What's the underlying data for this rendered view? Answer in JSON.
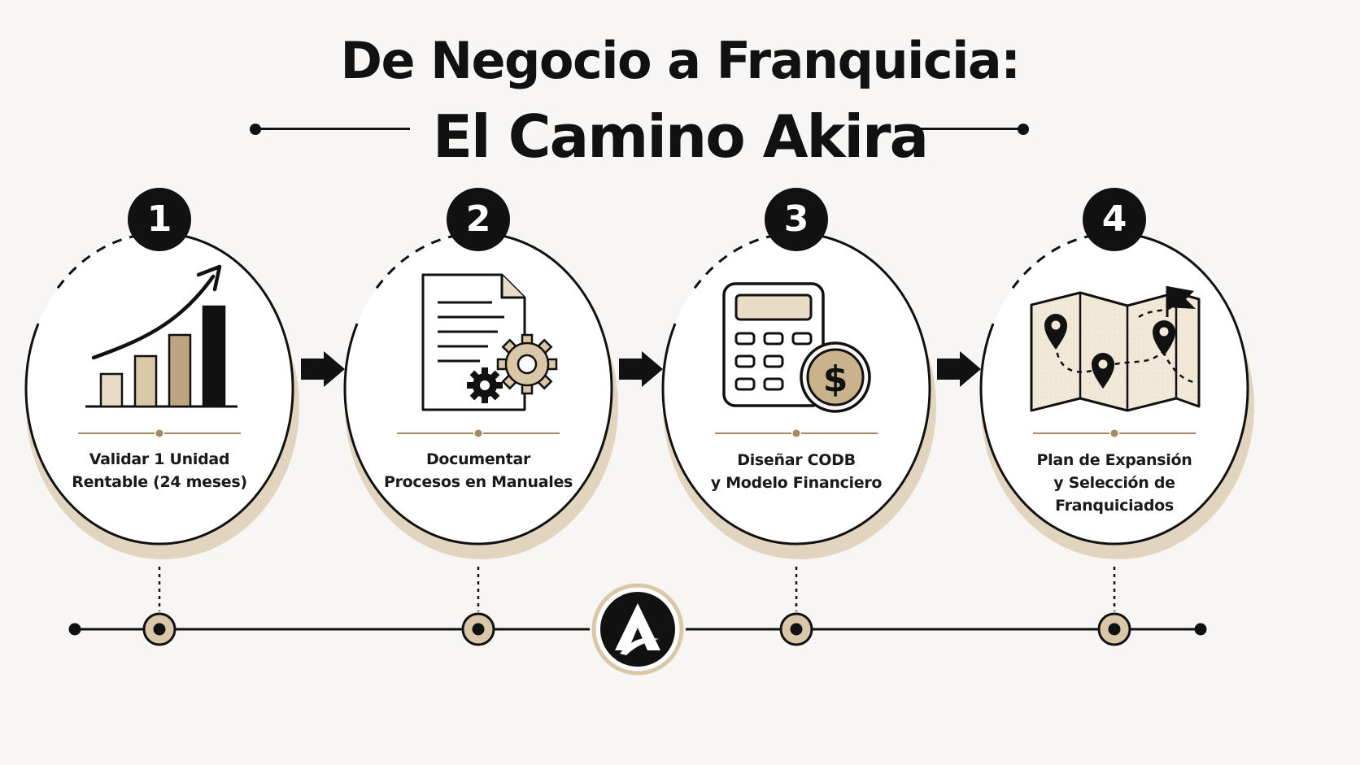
{
  "title": {
    "line1": "De Negocio a Franquicia:",
    "line2": "El Camino Akira"
  },
  "colors": {
    "ink": "#111111",
    "tan": "#d9c7a8",
    "tan_dark": "#a38a63",
    "shadow": "#e2d5bf",
    "background": "#f7f6f4"
  },
  "steps": [
    {
      "number": "1",
      "label_lines": [
        "Validar 1 Unidad",
        "Rentable (24 meses)"
      ],
      "icon": "growth-chart-icon"
    },
    {
      "number": "2",
      "label_lines": [
        "Documentar",
        "Procesos en Manuales"
      ],
      "icon": "document-gears-icon"
    },
    {
      "number": "3",
      "label_lines": [
        "Diseñar CODB",
        "y Modelo Financiero"
      ],
      "icon": "calculator-coin-icon"
    },
    {
      "number": "4",
      "label_lines": [
        "Plan de Expansión",
        "y Selección de",
        "Franquiciados"
      ],
      "icon": "map-pins-flag-icon"
    }
  ],
  "timeline": {
    "center_logo": "akira-logo-icon",
    "center_logo_letter": "A"
  }
}
